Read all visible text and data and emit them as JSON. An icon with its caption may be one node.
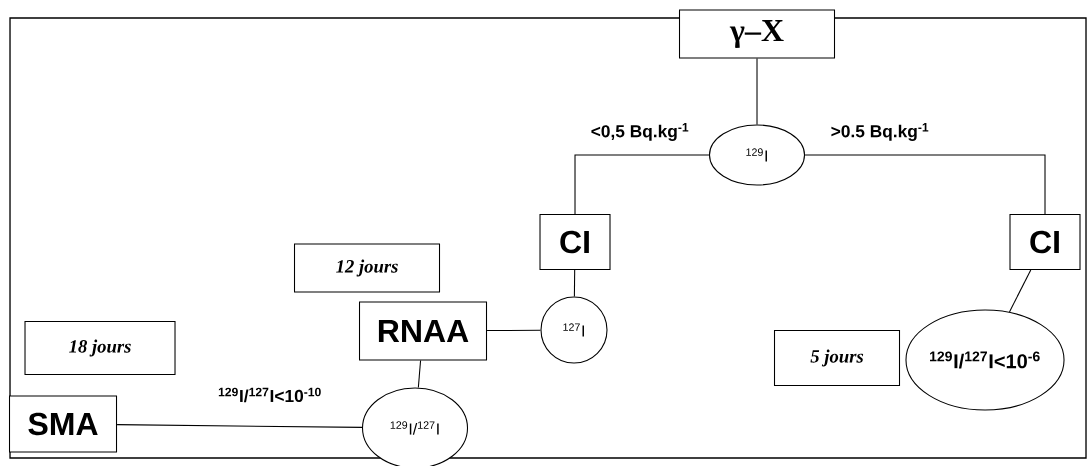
{
  "diagram": {
    "nodes": [
      {
        "text": [
          "γ–X"
        ]
      },
      {
        "text": [
          "$^{129}$I"
        ]
      },
      {
        "text": [
          "CI"
        ]
      },
      {
        "text": [
          "CI"
        ]
      },
      {
        "text": [
          "12 jours"
        ]
      },
      {
        "text": [
          "$^{127}$I"
        ]
      },
      {
        "text": [
          "RNAA"
        ]
      },
      {
        "text": [
          "18 jours"
        ]
      },
      {
        "text": [
          "5 jours"
        ]
      },
      {
        "text": [
          "$^{129}$I/$^{127}$I<10$^{-6}$"
        ]
      },
      {
        "text": [
          "SMA"
        ]
      },
      {
        "text": [
          "$^{129}$I/$^{127}$I"
        ]
      }
    ],
    "edges": [
      {
        "from": 0,
        "to": 1,
        "arrow": "none"
      },
      {
        "from": 1,
        "to": 2,
        "arrow": "none",
        "label": "<0,5 Bq.kg$^{-1}$"
      },
      {
        "from": 1,
        "to": 3,
        "arrow": "none",
        "label": ">0.5 Bq.kg$^{-1}$"
      },
      {
        "from": 2,
        "to": 5,
        "arrow": "none"
      },
      {
        "from": 3,
        "to": 9,
        "arrow": "none"
      },
      {
        "from": 5,
        "to": 6,
        "arrow": "none"
      },
      {
        "from": 6,
        "to": 11,
        "arrow": "none"
      },
      {
        "from": 11,
        "to": 10,
        "arrow": "none",
        "label": "$^{129}$I/$^{127}$I<10$^{-10}$"
      }
    ]
  }
}
